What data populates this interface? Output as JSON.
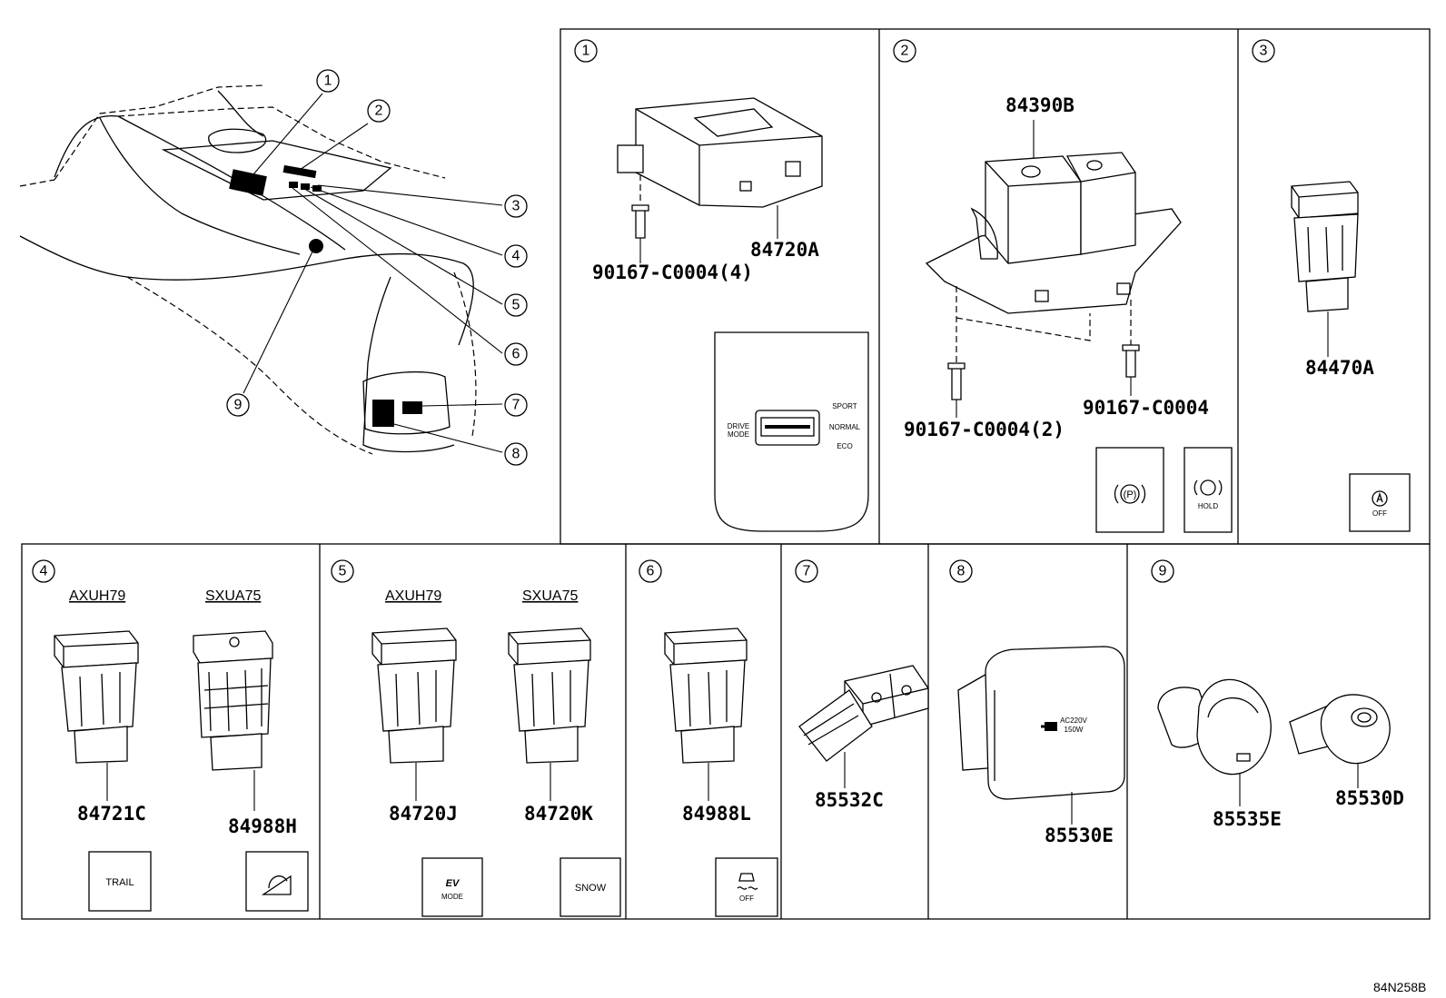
{
  "overview": {
    "callouts": [
      "1",
      "2",
      "3",
      "4",
      "5",
      "6",
      "7",
      "8",
      "9"
    ]
  },
  "panels": {
    "p1": {
      "num": "1",
      "parts": [
        "84720A",
        "90167-C0004(4)"
      ],
      "plate": {
        "left": [
          "DRIVE",
          "MODE"
        ],
        "right": [
          "SPORT",
          "NORMAL",
          "ECO"
        ]
      }
    },
    "p2": {
      "num": "2",
      "parts": [
        "84390B",
        "90167-C0004(2)",
        "90167-C0004"
      ],
      "icons": [
        "(P)",
        "HOLD"
      ]
    },
    "p3": {
      "num": "3",
      "parts": [
        "84470A"
      ],
      "icons": [
        "OFF"
      ]
    },
    "p4": {
      "num": "4",
      "models": [
        "AXUH79",
        "SXUA75"
      ],
      "parts": [
        "84721C",
        "84988H"
      ],
      "icons": [
        "TRAIL"
      ]
    },
    "p5": {
      "num": "5",
      "models": [
        "AXUH79",
        "SXUA75"
      ],
      "parts": [
        "84720J",
        "84720K"
      ],
      "icons": [
        "EV",
        "MODE",
        "SNOW"
      ]
    },
    "p6": {
      "num": "6",
      "parts": [
        "84988L"
      ],
      "icons": [
        "OFF"
      ]
    },
    "p7": {
      "num": "7",
      "parts": [
        "85532C"
      ]
    },
    "p8": {
      "num": "8",
      "parts": [
        "85530E"
      ],
      "icons": [
        "AC220V",
        "150W"
      ]
    },
    "p9": {
      "num": "9",
      "parts": [
        "85535E",
        "85530D"
      ]
    }
  },
  "ref_code": "84N258B",
  "icons_semantic": [
    "parking-brake-icon",
    "brake-hold-icon",
    "auto-start-stop-off-icon",
    "downhill-assist-icon",
    "traction-control-off-icon",
    "power-outlet-icon"
  ]
}
